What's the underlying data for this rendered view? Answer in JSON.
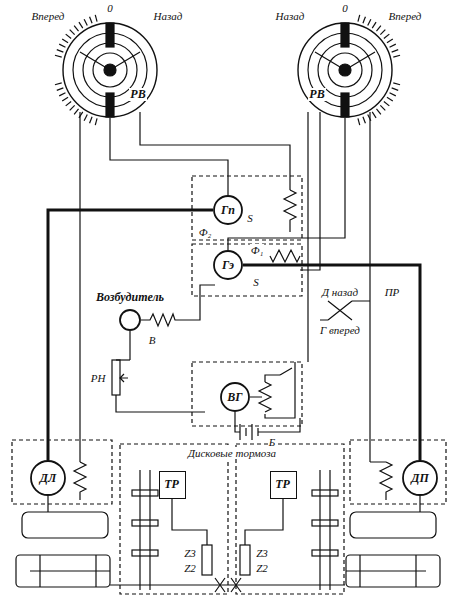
{
  "diagram": {
    "nodes": [
      {
        "text": [
          "РВ"
        ]
      },
      {
        "text": [
          "РВ"
        ]
      },
      {
        "text": [
          "Гп"
        ]
      },
      {
        "text": [
          "Гэ"
        ]
      },
      {
        "text": [
          "Возбудитель"
        ]
      },
      {
        "text": [
          "ВГ"
        ]
      },
      {
        "text": [
          "ДЛ"
        ]
      },
      {
        "text": [
          "ДП"
        ]
      },
      {
        "text": [
          "ТР"
        ]
      },
      {
        "text": [
          "ТР"
        ]
      }
    ],
    "edges": [
      {
        "from": 2,
        "to": 6,
        "arrow": "none"
      },
      {
        "from": 3,
        "to": 7,
        "arrow": "none"
      },
      {
        "from": 0,
        "to": 2,
        "arrow": "none"
      },
      {
        "from": 1,
        "to": 3,
        "arrow": "none"
      }
    ],
    "labels": [
      "Вперед",
      "0",
      "Назад",
      "Назад",
      "0",
      "Вперед",
      "Ф₂",
      "S",
      "Ф₁",
      "S",
      "В",
      "РН",
      "ПР",
      "Д назад",
      "Г вперед",
      "Б",
      "Дисковые тормоза",
      "Z3",
      "Z2",
      "Z3",
      "Z2"
    ]
  }
}
